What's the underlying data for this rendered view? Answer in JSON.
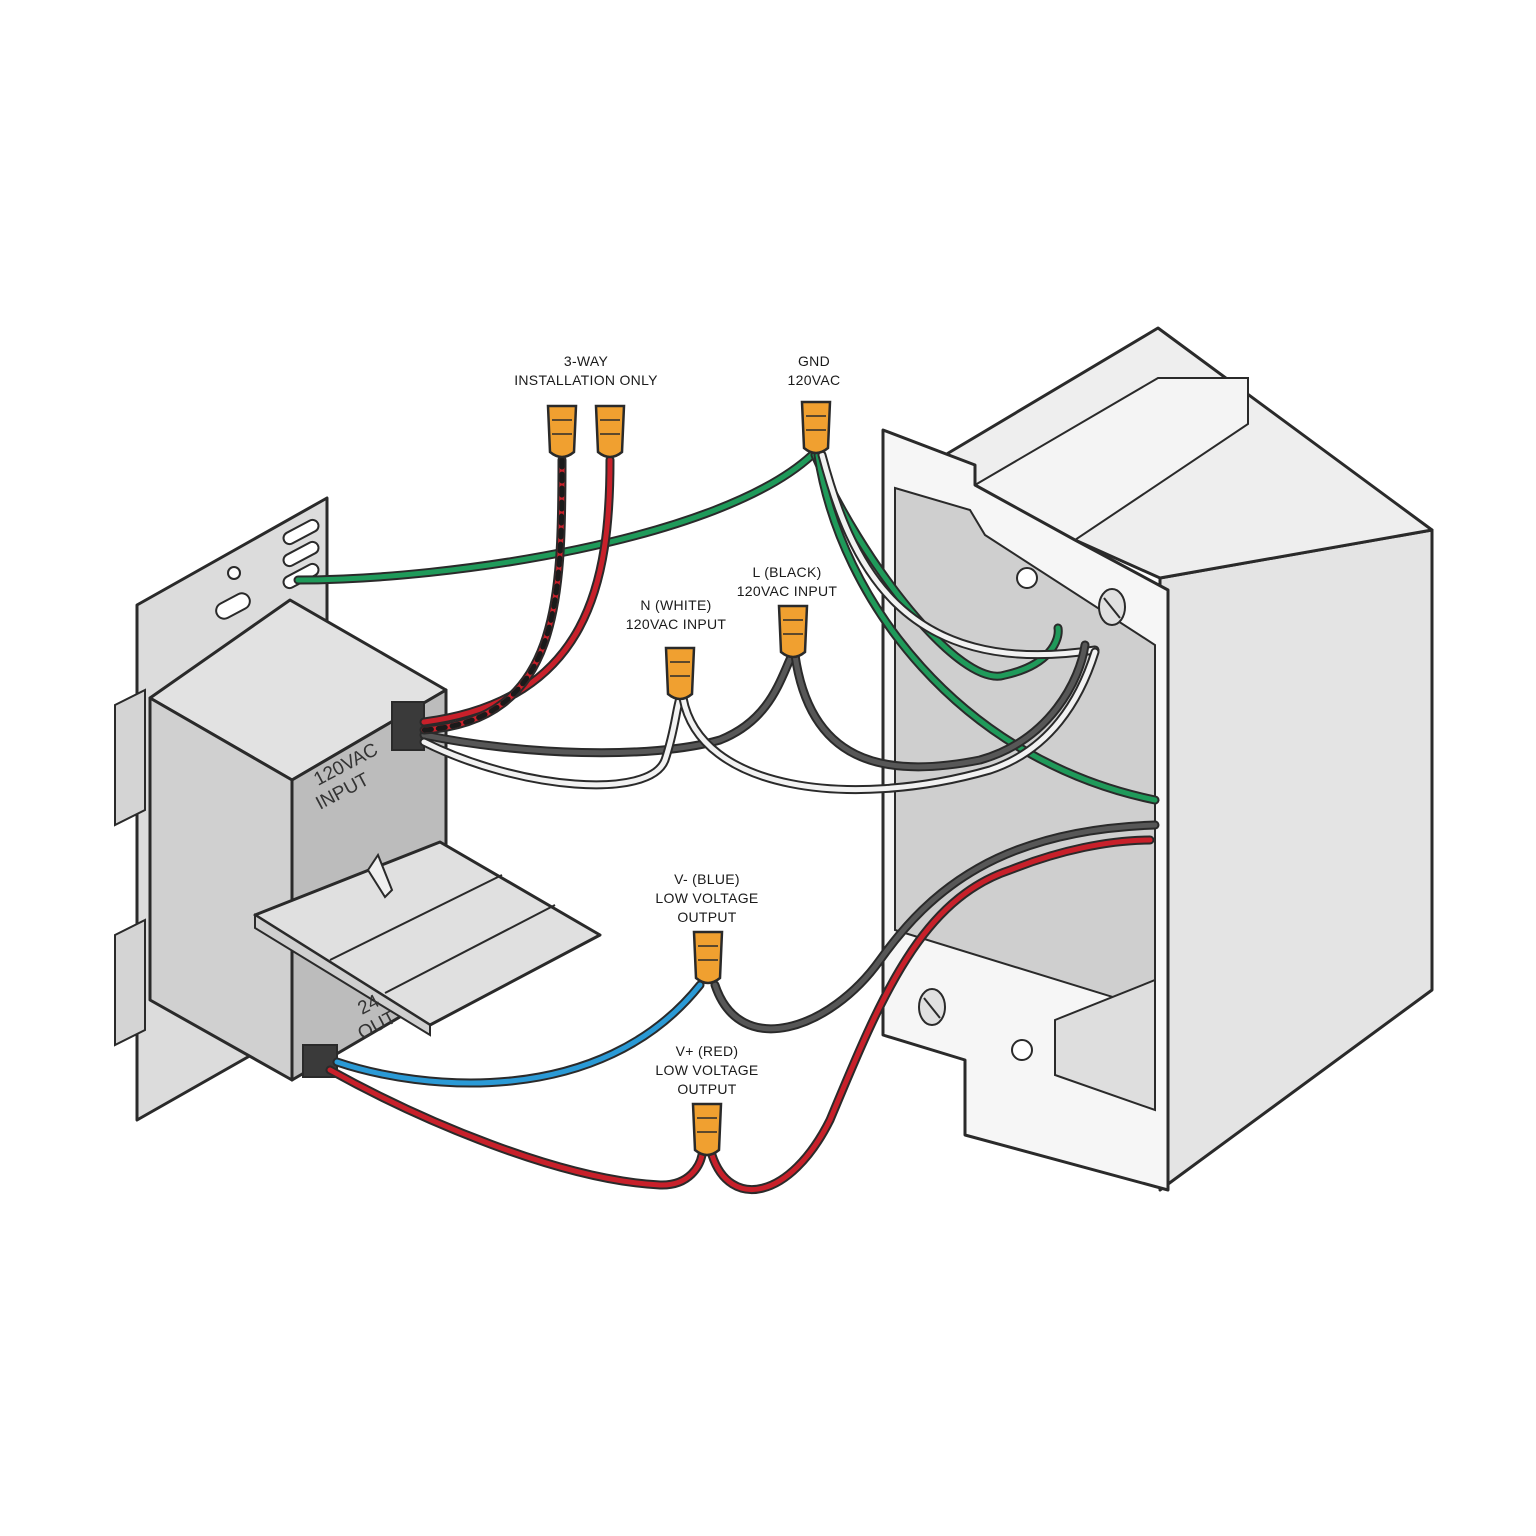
{
  "labels": {
    "three_way_line1": "3-WAY",
    "three_way_line2": "INSTALLATION ONLY",
    "gnd_line1": "GND",
    "gnd_line2": "120VAC",
    "l_line1": "L (BLACK)",
    "l_line2": "120VAC INPUT",
    "n_line1": "N (WHITE)",
    "n_line2": "120VAC INPUT",
    "vminus_line1": "V- (BLUE)",
    "vminus_line2": "LOW VOLTAGE",
    "vminus_line3": "OUTPUT",
    "vplus_line1": "V+ (RED)",
    "vplus_line2": "LOW VOLTAGE",
    "vplus_line3": "OUTPUT"
  },
  "device": {
    "input_label_line1": "120VAC",
    "input_label_line2": "INPUT",
    "output_label_line1": "24",
    "output_label_line2": "OUT"
  },
  "colors": {
    "wire_green": "#1f9a5a",
    "wire_red": "#c8202a",
    "wire_black": "#575757",
    "wire_white": "#f2f2f2",
    "wire_blue": "#2a9ad6",
    "wire_nut": "#f0a030",
    "box_face": "#e6e6e6",
    "box_inner": "#c9c9c9",
    "device_body": "#cfcfcf"
  }
}
